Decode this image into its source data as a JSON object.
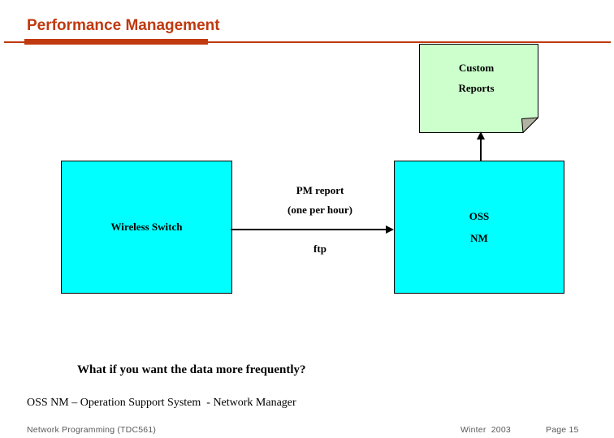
{
  "slide": {
    "title": "Performance Management",
    "question": "What if you want the data more frequently?",
    "definition": "OSS NM – Operation Support System  - Network Manager",
    "footer": {
      "course": "Network Programming (TDC561)",
      "term": "Winter  2003",
      "page": "Page 15"
    }
  },
  "diagram": {
    "custom_reports_note": {
      "line1": "Custom",
      "line2": "Reports"
    },
    "wireless_switch_box": {
      "label": "Wireless Switch"
    },
    "oss_nm_box": {
      "line1": "OSS",
      "line2": "NM"
    },
    "pm_flow": {
      "label_line1": "PM report",
      "label_line2": "(one per hour)",
      "label_protocol": "ftp"
    }
  },
  "colors": {
    "accent": "#c0390f",
    "box_fill": "#00ffff",
    "note_fill": "#ccffcc",
    "note_fold": "#b3b3a3",
    "footer_text": "#5a5a5a"
  }
}
